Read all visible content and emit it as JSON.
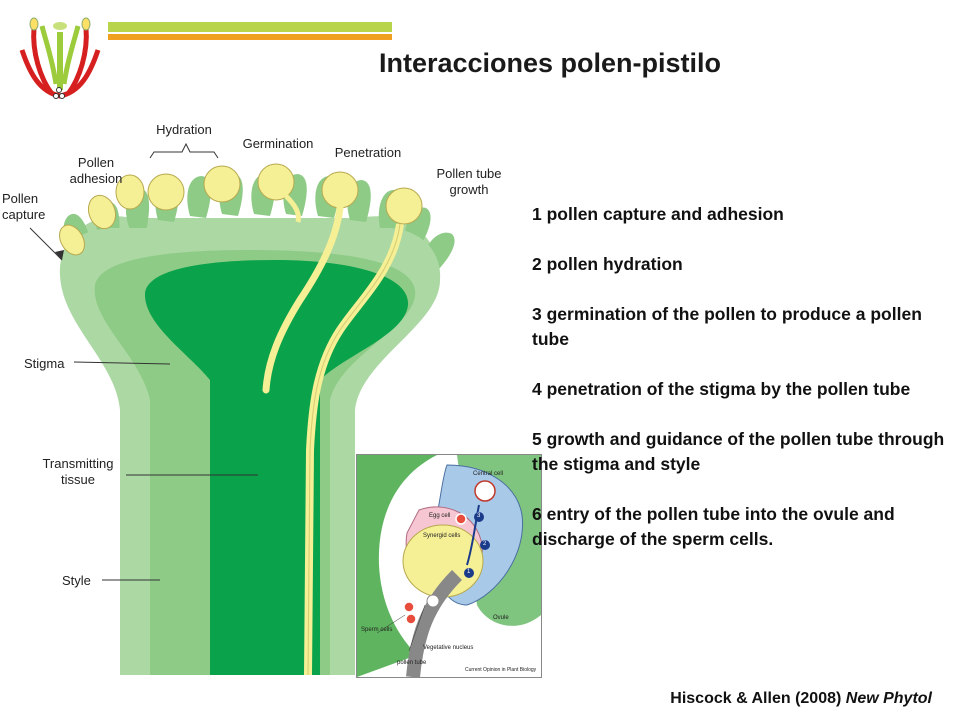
{
  "slide": {
    "title": "Interacciones polen-pistilo",
    "steps": [
      "1 pollen capture and adhesion",
      "2 pollen hydration",
      "3 germination of the pollen to produce a pollen tube",
      "4 penetration of the stigma by the pollen tube",
      "5 growth and guidance of the pollen tube through the stigma and style",
      "6 entry of the pollen tube into the ovule and discharge of the sperm cells."
    ],
    "citation_authors": "Hiscock & Allen (2008)",
    "citation_journal": "New Phytol"
  },
  "diagram": {
    "labels": {
      "hydration": "Hydration",
      "germination": "Germination",
      "penetration": "Penetration",
      "pollen_adhesion_1": "Pollen",
      "pollen_adhesion_2": "adhesion",
      "pollen_capture_1": "Pollen",
      "pollen_capture_2": "capture",
      "pollen_tube_growth_1": "Pollen tube",
      "pollen_tube_growth_2": "growth",
      "stigma": "Stigma",
      "transmitting_1": "Transmitting",
      "transmitting_2": "tissue",
      "style": "Style"
    },
    "inset": {
      "central_cell": "Central cell",
      "egg_cell": "Egg cell",
      "synergid_cells": "Synergid cells",
      "ovule": "Ovule",
      "sperm_cells": "Sperm cells",
      "vegetative_nucleus": "Vegetative nucleus",
      "pollen_tube": "pollen tube",
      "credit": "Current Opinion in Plant Biology",
      "step_1": "1",
      "step_2": "2",
      "step_3": "3"
    },
    "colors": {
      "light_green": "#acd8a4",
      "mid_green": "#8ecb86",
      "dark_green": "#0aa24a",
      "pollen_yellow": "#f5ef96",
      "inset_blue": "#a9c9e9",
      "inset_pink": "#f6c7d2"
    }
  }
}
